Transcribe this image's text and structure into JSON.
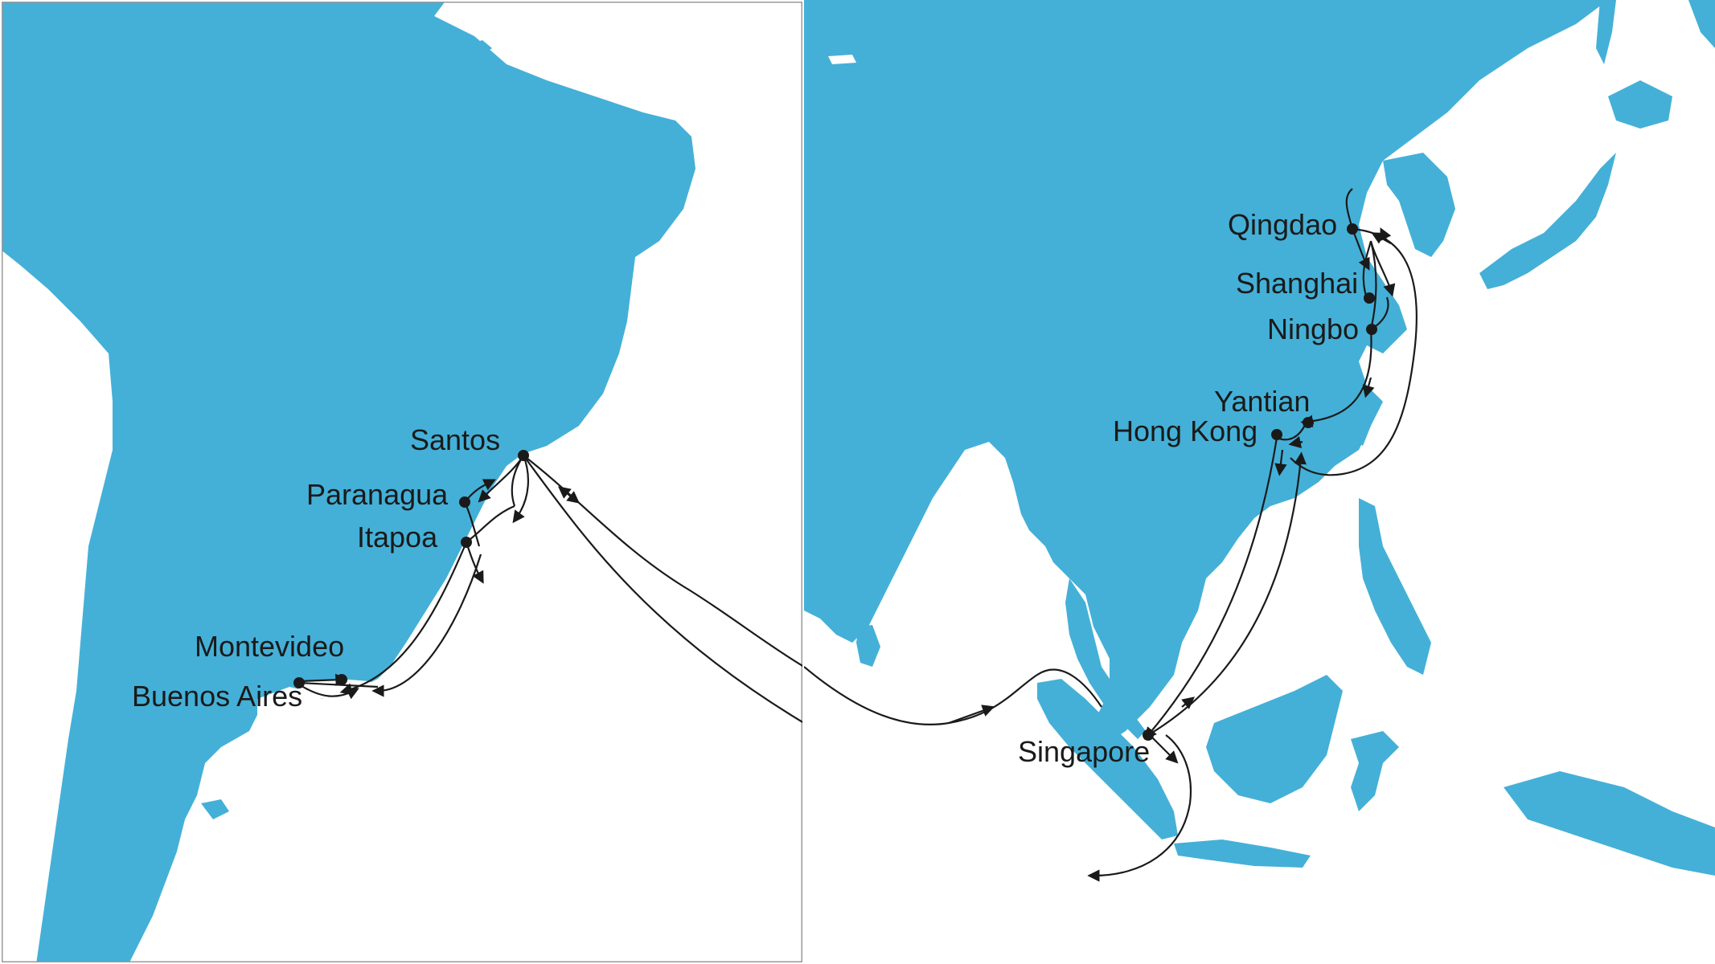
{
  "panels": {
    "south_america": {
      "ports": [
        "Santos",
        "Paranagua",
        "Itapoa",
        "Montevideo",
        "Buenos Aires"
      ]
    },
    "asia": {
      "ports": [
        "Qingdao",
        "Shanghai",
        "Ningbo",
        "Yantian",
        "Hong Kong",
        "Singapore"
      ]
    }
  },
  "ports": {
    "santos": "Santos",
    "paranagua": "Paranagua",
    "itapoa": "Itapoa",
    "montevideo": "Montevideo",
    "buenos_aires": "Buenos Aires",
    "qingdao": "Qingdao",
    "shanghai": "Shanghai",
    "ningbo": "Ningbo",
    "yantian": "Yantian",
    "hong_kong": "Hong Kong",
    "singapore": "Singapore"
  },
  "colors": {
    "land": "#44B0D7",
    "sea": "#FFFFFF",
    "route": "#1A1A1A"
  }
}
